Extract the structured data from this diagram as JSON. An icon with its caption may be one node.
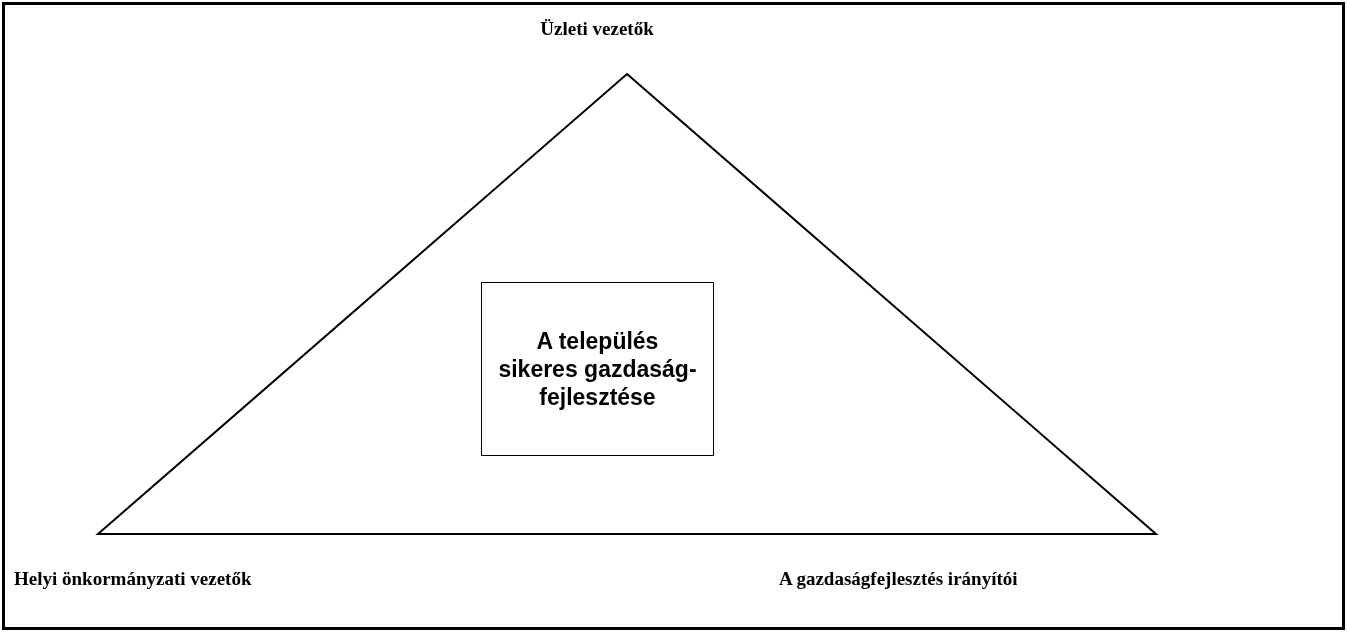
{
  "diagram": {
    "nodes": [
      {
        "text": [],
        "shape": "triangle"
      },
      {
        "text": [
          "A település sikeres gazdaság-fejlesztése"
        ],
        "in": 0
      }
    ],
    "labels": [
      "Üzleti vezetők",
      "Helyi önkormányzati vezetők",
      "A gazdaságfejlesztés irányítói"
    ]
  }
}
